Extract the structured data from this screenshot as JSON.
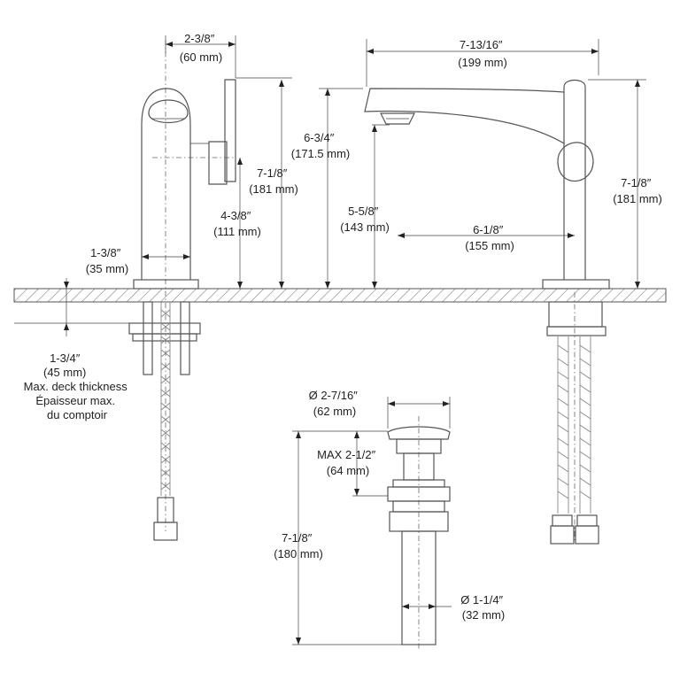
{
  "labels": {
    "handle_width": [
      "2-3/8″",
      "(60 mm)"
    ],
    "spout_reach_total": [
      "7-13/16″",
      "(199 mm)"
    ],
    "spout_height": [
      "6-3/4″",
      "(171.5 mm)"
    ],
    "handle_height": [
      "7-1/8″",
      "(181 mm)"
    ],
    "lever_height": [
      "4-3/8″",
      "(111 mm)"
    ],
    "aerator_height": [
      "5-5/8″",
      "(143 mm)"
    ],
    "spout_body_height": [
      "7-1/8″",
      "(181 mm)"
    ],
    "spout_reach": [
      "6-1/8″",
      "(155 mm)"
    ],
    "base_diameter": [
      "1-3/8″",
      "(35 mm)"
    ],
    "deck_thickness": [
      "1-3/4″",
      "(45 mm)",
      "Max. deck thickness",
      "Épaisseur max.",
      "du comptoir"
    ],
    "drain_flange": [
      "Ø 2-7/16″",
      "(62 mm)"
    ],
    "drain_max": [
      "MAX 2-1/2″",
      "(64 mm)"
    ],
    "drain_length": [
      "7-1/8″",
      "(180 mm)"
    ],
    "drain_tail": [
      "Ø 1-1/4″",
      "(32 mm)"
    ]
  }
}
